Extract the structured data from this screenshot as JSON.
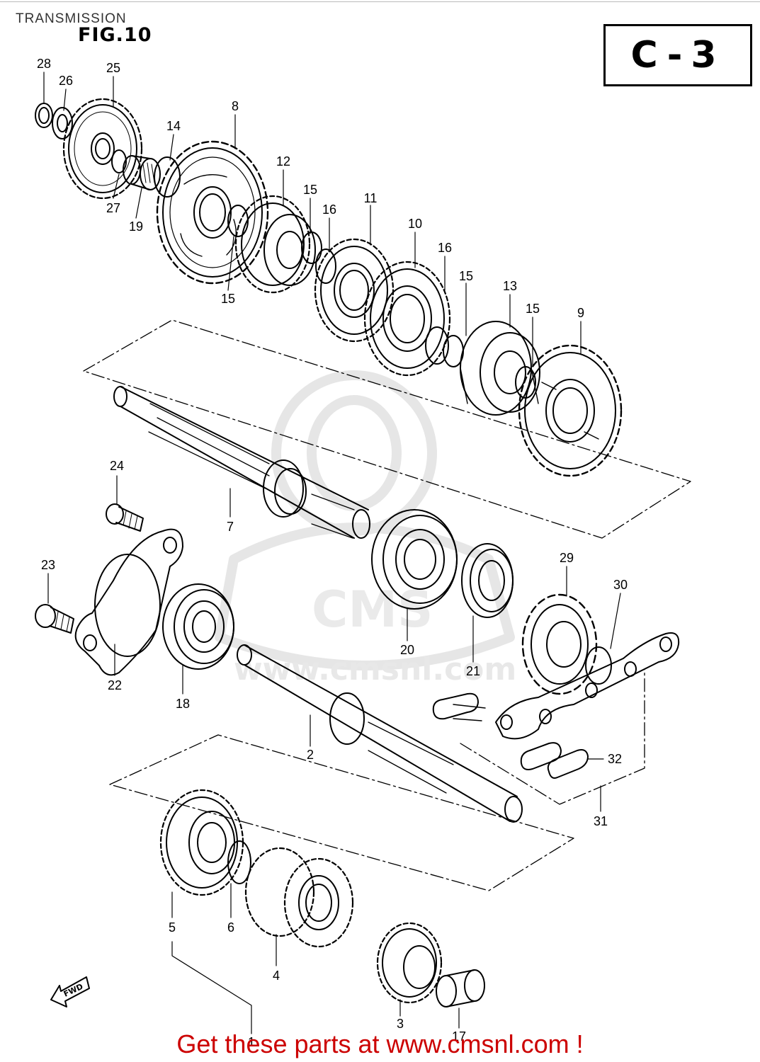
{
  "header": {
    "title": "TRANSMISSION",
    "figure": "FIG.10",
    "section_code": "C-3"
  },
  "watermark": {
    "text": "www.cmsnl.com",
    "logo_text": "CMS"
  },
  "fwd_label": "FWD",
  "footer": {
    "link_text": "Get these parts at www.cmsnl.com !"
  },
  "callouts": [
    "28",
    "26",
    "25",
    "14",
    "8",
    "12",
    "15",
    "16",
    "11",
    "10",
    "16",
    "15",
    "13",
    "15",
    "9",
    "27",
    "19",
    "15",
    "24",
    "7",
    "23",
    "22",
    "18",
    "20",
    "21",
    "29",
    "30",
    "2",
    "32",
    "31",
    "5",
    "6",
    "4",
    "1",
    "3",
    "17"
  ]
}
